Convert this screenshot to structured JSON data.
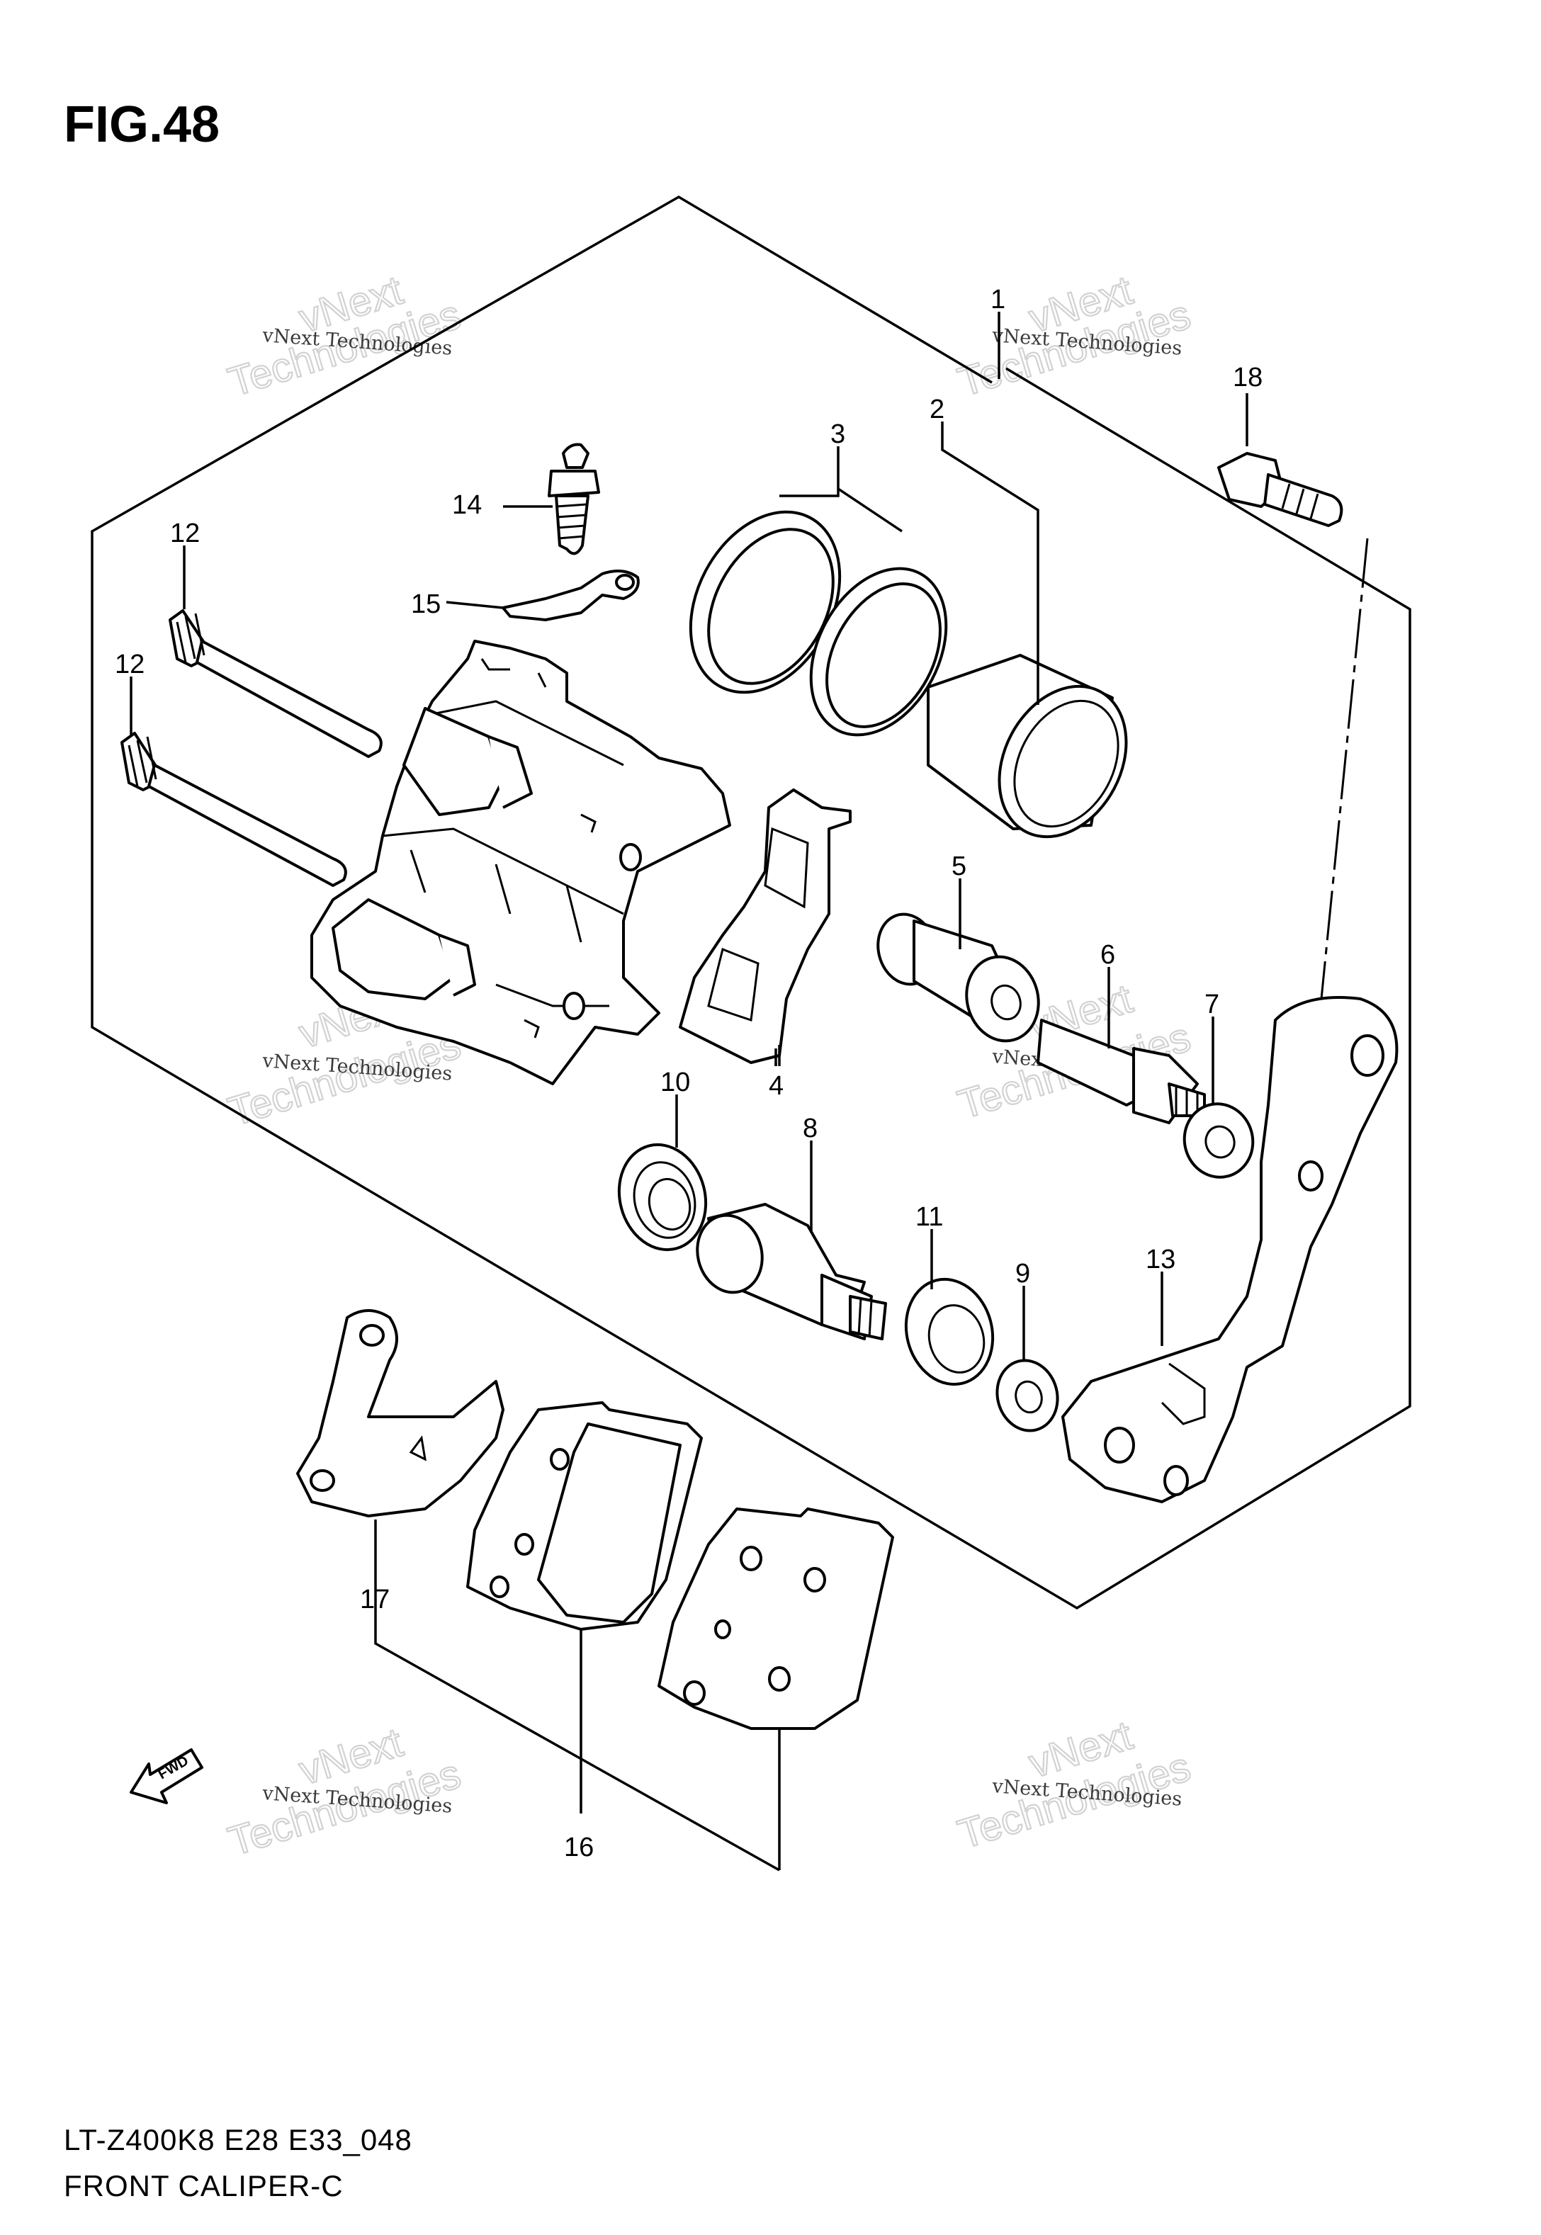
{
  "figure": {
    "title": "FIG.48",
    "model_code": "LT-Z400K8 E28 E33_048",
    "caption": "FRONT CALIPER-C"
  },
  "watermark": {
    "line_small": "vNext Technologies",
    "line_big_1": "vNext",
    "line_big_2": "Technologies"
  },
  "fwd_label": "FWD",
  "callouts": [
    {
      "id": "c1",
      "label": "1"
    },
    {
      "id": "c2",
      "label": "2"
    },
    {
      "id": "c3",
      "label": "3"
    },
    {
      "id": "c4",
      "label": "4"
    },
    {
      "id": "c5",
      "label": "5"
    },
    {
      "id": "c6",
      "label": "6"
    },
    {
      "id": "c7",
      "label": "7"
    },
    {
      "id": "c8",
      "label": "8"
    },
    {
      "id": "c9",
      "label": "9"
    },
    {
      "id": "c10",
      "label": "10"
    },
    {
      "id": "c11",
      "label": "11"
    },
    {
      "id": "c12a",
      "label": "12"
    },
    {
      "id": "c12b",
      "label": "12"
    },
    {
      "id": "c13",
      "label": "13"
    },
    {
      "id": "c14",
      "label": "14"
    },
    {
      "id": "c15",
      "label": "15"
    },
    {
      "id": "c16",
      "label": "16"
    },
    {
      "id": "c17",
      "label": "17"
    },
    {
      "id": "c18",
      "label": "18"
    }
  ]
}
